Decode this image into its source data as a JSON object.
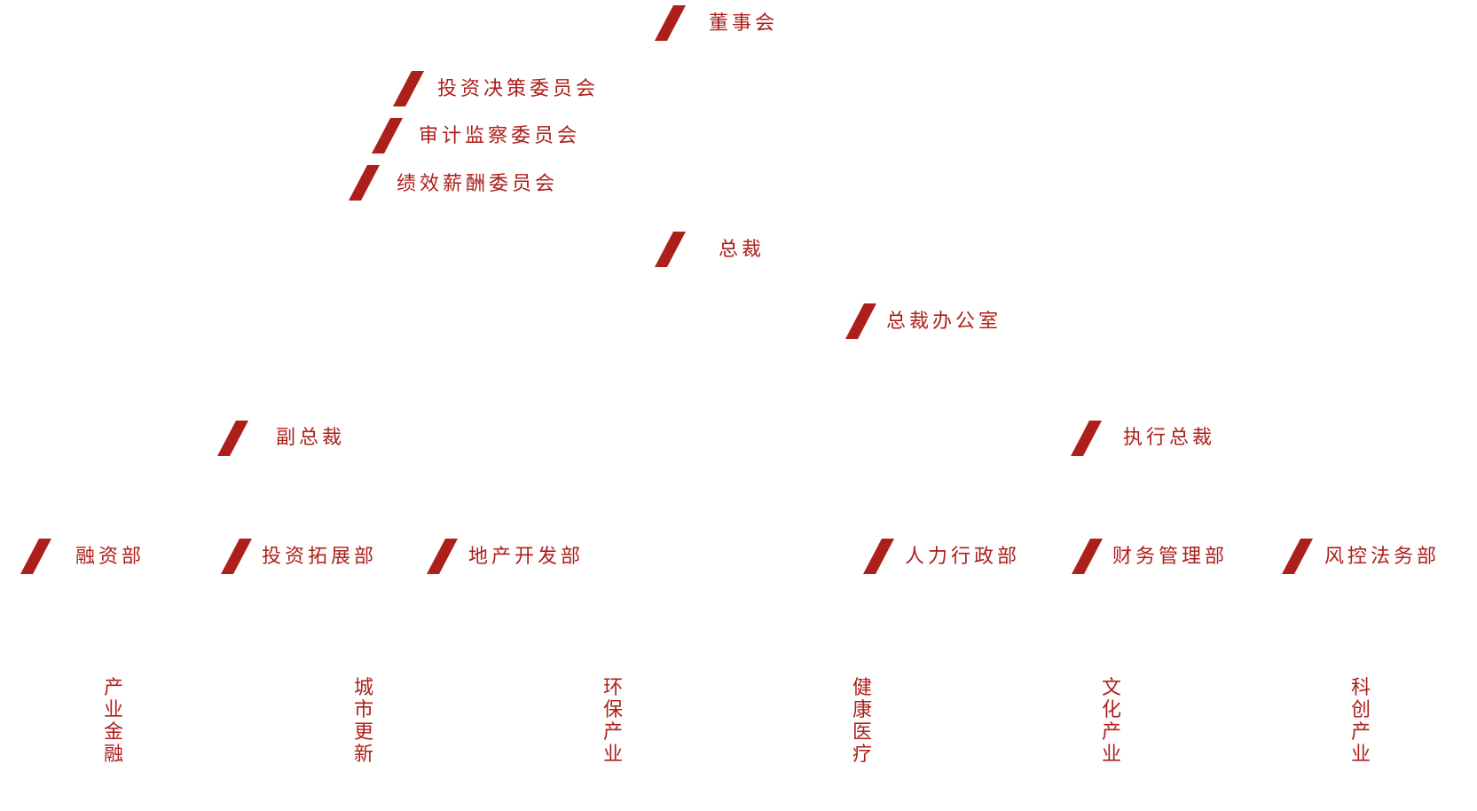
{
  "accent_color": "#ad1f1a",
  "nodes": {
    "board": "董事会",
    "investment_committee": "投资决策委员会",
    "audit_committee": "审计监察委员会",
    "compensation_committee": "绩效薪酬委员会",
    "president": "总裁",
    "president_office": "总裁办公室",
    "vice_president": "副总裁",
    "executive_president": "执行总裁"
  },
  "departments": [
    "融资部",
    "投资拓展部",
    "地产开发部",
    "人力行政部",
    "财务管理部",
    "风控法务部"
  ],
  "industries": [
    "产业金融",
    "城市更新",
    "环保产业",
    "健康医疗",
    "文化产业",
    "科创产业"
  ]
}
